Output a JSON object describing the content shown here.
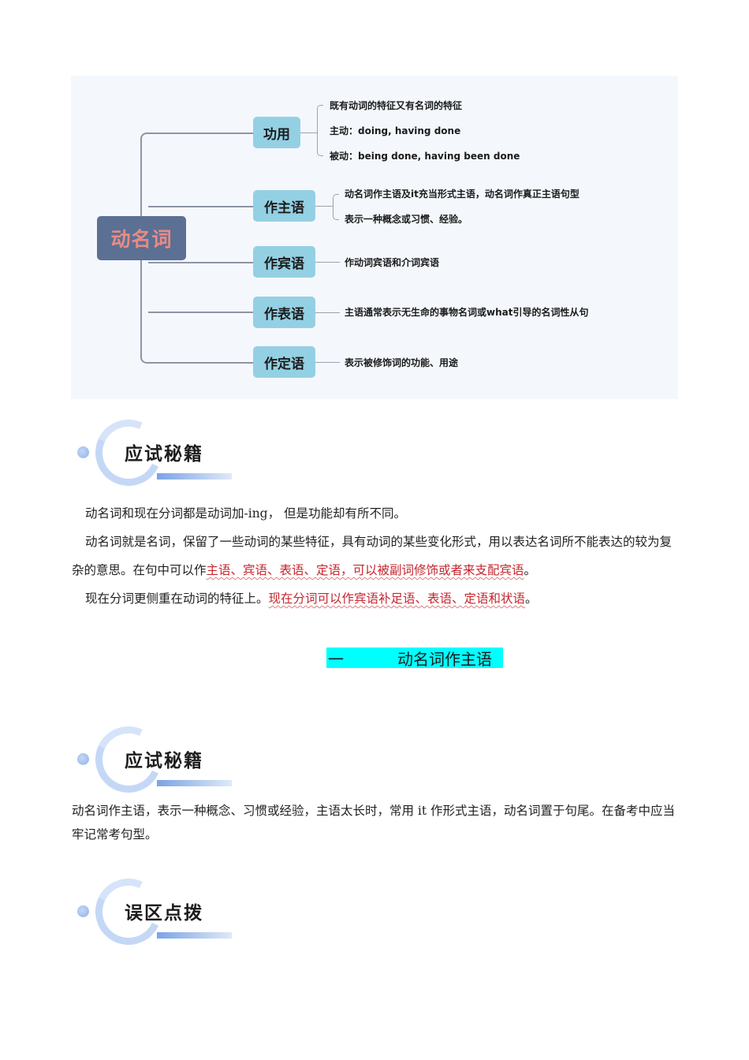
{
  "mindmap": {
    "root": "动名词",
    "branches": [
      {
        "label": "功用",
        "leaves": [
          "既有动词的特征又有名词的特征",
          "主动：doing, having done",
          "被动：being done, having been done"
        ]
      },
      {
        "label": "作主语",
        "leaves": [
          "动名词作主语及it充当形式主语，动名词作真正主语句型",
          "表示一种概念或习惯、经验。"
        ]
      },
      {
        "label": "作宾语",
        "leaves": [
          "作动词宾语和介词宾语"
        ]
      },
      {
        "label": "作表语",
        "leaves": [
          "主语通常表示无生命的事物名词或what引导的名词性从句"
        ]
      },
      {
        "label": "作定语",
        "leaves": [
          "表示被修饰词的功能、用途"
        ]
      }
    ],
    "colors": {
      "root_bg": "#5b7093",
      "root_text": "#ea8a84",
      "node_bg": "#94d0e3",
      "canvas_bg": "#f4f8fd"
    }
  },
  "section1": {
    "badge": "应试秘籍",
    "p1": "动名词和现在分词都是动词加-ing，  但是功能却有所不同。",
    "p2_a": "动名词就是名词，保留了一些动词的某些特征，具有动词的某些变化形式，用以表达名词所不能表达的较为复杂的意思。在句中可以作",
    "p2_red": "主语、宾语、表语、定语，可以被副词修饰或者来支配宾语",
    "p2_end": "。",
    "p3_a": "现在分词更侧重在动词的特征上。",
    "p3_red": "现在分词可以作宾语补足语、表语、定语和状语",
    "p3_end": "。"
  },
  "heading": {
    "number": "一",
    "title": "动名词作主语",
    "highlight_color": "#00ffff"
  },
  "section2": {
    "badge": "应试秘籍",
    "text": "动名词作主语，表示一种概念、习惯或经验，主语太长时，常用 it 作形式主语，动名词置于句尾。在备考中应当牢记常考句型。"
  },
  "section3": {
    "badge": "误区点拨"
  }
}
